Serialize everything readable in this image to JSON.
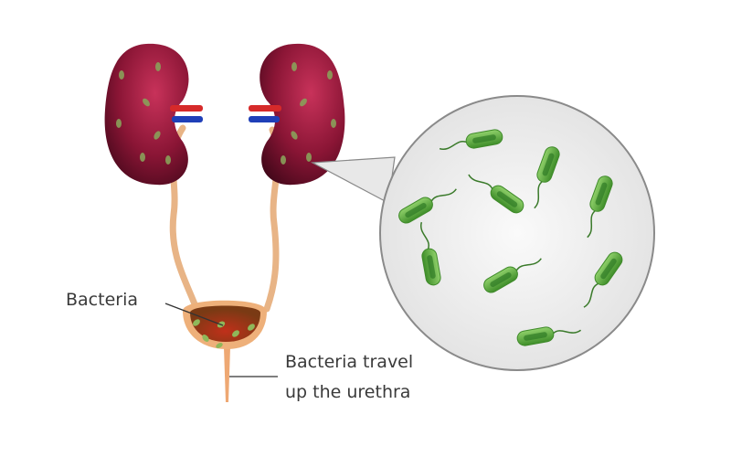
{
  "labels": {
    "bladder_bacteria": "Bacteria",
    "urethra_line1": "Bacteria travel",
    "urethra_line2": "up the urethra"
  },
  "colors": {
    "kidney": "#7a1030",
    "artery": "#d62a2a",
    "vein": "#1f3fb8",
    "ureter": "#f0c49a",
    "bacteria": "#5cae3c",
    "magnifier": "#f1f1f1"
  }
}
